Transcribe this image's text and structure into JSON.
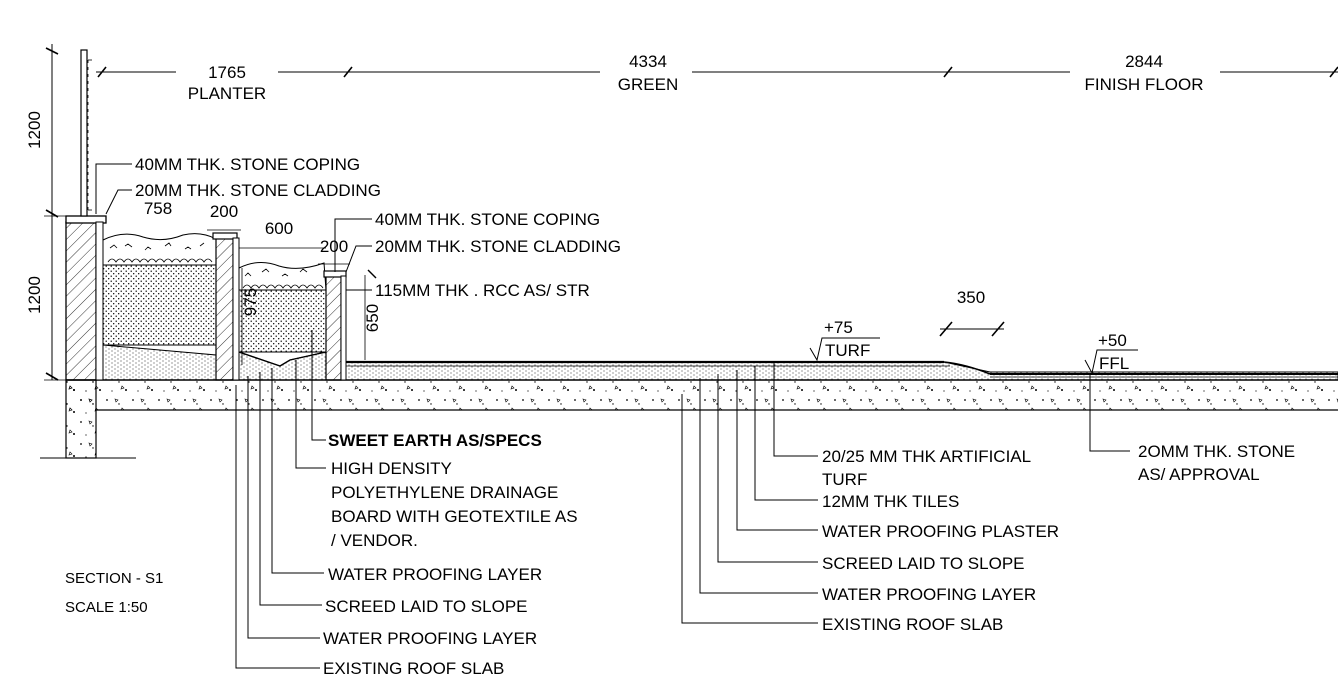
{
  "section": {
    "title": "SECTION - S1",
    "scale": "SCALE 1:50"
  },
  "dimensions": {
    "planter": {
      "value": "1765",
      "label": "PLANTER"
    },
    "green": {
      "value": "4334",
      "label": "GREEN"
    },
    "finish_floor": {
      "value": "2844",
      "label": "FINISH FLOOR"
    },
    "height_top": "1200",
    "height_bottom": "1200",
    "d758": "758",
    "d200_a": "200",
    "d600": "600",
    "d200_b": "200",
    "d975": "975",
    "d650": "650",
    "d350": "350"
  },
  "levels": {
    "turf": {
      "value": "+75",
      "label": "TURF"
    },
    "ffl": {
      "value": "+50",
      "label": "FFL"
    }
  },
  "top_callouts": {
    "coping_1": "40MM THK. STONE COPING",
    "cladding_1": "20MM THK. STONE CLADDING",
    "coping_2": "40MM THK. STONE COPING",
    "cladding_2": "20MM THK. STONE CLADDING",
    "rcc": "115MM THK . RCC AS/ STR"
  },
  "planter_callouts": {
    "sweet_earth": "SWEET EARTH AS/SPECS",
    "drainage_lines": [
      "HIGH DENSITY",
      "POLYETHYLENE DRAINAGE",
      "BOARD WITH GEOTEXTILE AS",
      "/ VENDOR."
    ],
    "waterproofing_1": "WATER PROOFING LAYER",
    "screed": "SCREED LAID TO SLOPE",
    "waterproofing_2": "WATER PROOFING LAYER",
    "roof_slab": "EXISTING ROOF SLAB"
  },
  "green_callouts": {
    "turf_lines": [
      "20/25 MM THK ARTIFICIAL",
      "TURF"
    ],
    "tiles": "12MM THK TILES",
    "wp_plaster": "WATER PROOFING PLASTER",
    "screed": "SCREED LAID TO SLOPE",
    "wp_layer": "WATER PROOFING LAYER",
    "roof_slab": "EXISTING ROOF SLAB"
  },
  "floor_callouts": {
    "stone_lines": [
      "2OMM THK. STONE",
      "AS/ APPROVAL"
    ]
  }
}
